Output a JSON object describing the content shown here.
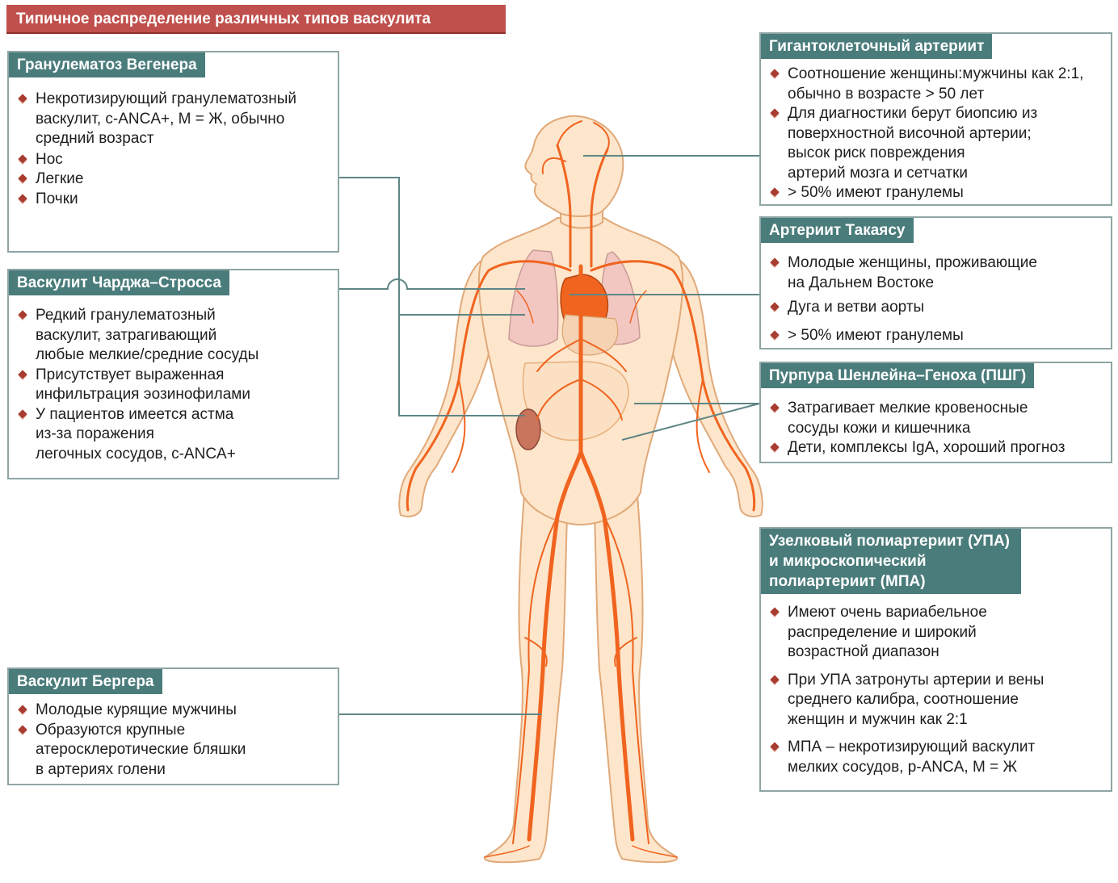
{
  "title": "Типичное распределение различных типов васкулита",
  "colors": {
    "title_bg": "#c0504d",
    "header_bg": "#4a7c7b",
    "box_border": "#8fa5a5",
    "bullet": "#a83c30",
    "vessels": "#f0641f",
    "skin": "#fde6cc"
  },
  "icons": {
    "bullet": "diamond-bullet-icon"
  },
  "boxes": {
    "wegener": {
      "header": [
        "Гранулематоз Вегенера"
      ],
      "items": [
        [
          "Некротизирующий гранулематозный",
          "васкулит, с-ANCA+, М = Ж, обычно",
          "средний возраст"
        ],
        [
          "Нос"
        ],
        [
          "Легкие"
        ],
        [
          "Почки"
        ]
      ]
    },
    "churg": {
      "header": [
        "Васкулит Чарджа–Стросса"
      ],
      "items": [
        [
          "Редкий гранулематозный",
          "васкулит, затрагивающий",
          "любые мелкие/средние сосуды"
        ],
        [
          "Присутствует выраженная",
          "инфильтрация эозинофилами"
        ],
        [
          "У пациентов имеется астма",
          "из-за поражения",
          "легочных сосудов, с-ANCA+"
        ]
      ]
    },
    "buerger": {
      "header": [
        "Васкулит Бергера"
      ],
      "items": [
        [
          "Молодые курящие мужчины"
        ],
        [
          "Образуются крупные",
          "атеросклеротические бляшки",
          "в артериях голени"
        ]
      ]
    },
    "giant": {
      "header": [
        "Гигантоклеточный артериит"
      ],
      "items": [
        [
          "Соотношение женщины:мужчины как 2:1,",
          "обычно в возрасте > 50 лет"
        ],
        [
          "Для диагностики берут биопсию из",
          "поверхностной височной артерии;",
          "высок риск повреждения",
          "артерий мозга и сетчатки"
        ],
        [
          "> 50% имеют гранулемы"
        ]
      ]
    },
    "takayasu": {
      "header": [
        "Артериит Такаясу"
      ],
      "items": [
        [
          "Молодые женщины, проживающие",
          "на Дальнем Востоке"
        ],
        [
          "Дуга и ветви аорты"
        ],
        [
          "> 50% имеют гранулемы"
        ]
      ]
    },
    "hsp": {
      "header": [
        "Пурпура Шенлейна–Геноха (ПШГ)"
      ],
      "items": [
        [
          "Затрагивает мелкие кровеносные",
          "сосуды кожи и кишечника"
        ],
        [
          "Дети, комплексы IgA, хороший прогноз"
        ]
      ]
    },
    "pan": {
      "header": [
        "Узелковый полиартериит (УПА)",
        "и микроскопический",
        "полиартериит (МПА)"
      ],
      "items": [
        [
          "Имеют очень вариабельное",
          "распределение и широкий",
          "возрастной диапазон"
        ],
        [
          "При УПА затронуты артерии и вены",
          "среднего калибра, соотношение",
          "женщин и мужчин как 2:1"
        ],
        [
          "МПА – некротизирующий  васкулит",
          "мелких сосудов, р-ANCA, М = Ж"
        ]
      ]
    }
  }
}
